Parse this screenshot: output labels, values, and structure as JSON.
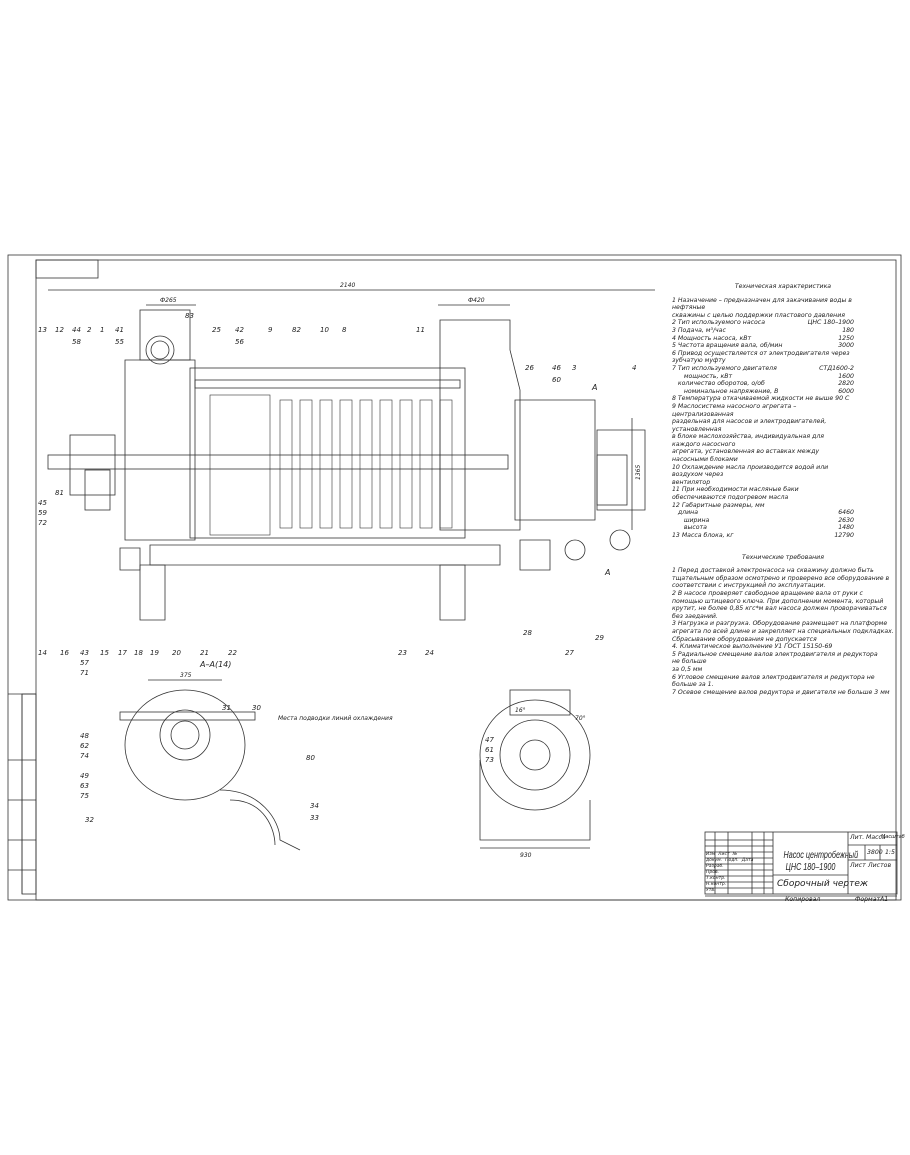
{
  "drawing": {
    "overall_length": "2140",
    "dia_left": "Ф265",
    "dia_right": "Ф420",
    "height_dim": "1365",
    "section_label": "А–А(14)",
    "section_width": "375",
    "cooling_note": "Места подводки линий охлаждения",
    "side_width": "930",
    "angle1": "16°",
    "angle2": "70°",
    "cut_mark": "А",
    "callouts_top": [
      "13",
      "12",
      "44",
      "2",
      "1",
      "41",
      "83",
      "25",
      "42",
      "9",
      "82",
      "10",
      "8",
      "11",
      "26",
      "3",
      "4"
    ],
    "callouts_top_sub": [
      "58",
      "55",
      "56",
      "60"
    ],
    "callout_46": "46",
    "callouts_bottom": [
      "14",
      "16",
      "15",
      "17",
      "18",
      "19",
      "20",
      "21",
      "22",
      "23",
      "24",
      "27",
      "28",
      "29"
    ],
    "stack_left": [
      "45",
      "59",
      "72"
    ],
    "callout_81": "81",
    "stack_43": [
      "43",
      "57",
      "71"
    ],
    "section_callouts": [
      "31",
      "30",
      "32",
      "34",
      "33",
      "80"
    ],
    "stack_48": [
      "48",
      "62",
      "74"
    ],
    "stack_49": [
      "49",
      "63",
      "75"
    ],
    "stack_47": [
      "47",
      "61",
      "73"
    ]
  },
  "tech_char": {
    "title": "Техническая характеристика",
    "items": [
      {
        "label": "1 Назначение – предназначен для закачивания воды в нефтяные",
        "value": ""
      },
      {
        "label": "скважины с целью поддержки пластового давления",
        "value": ""
      },
      {
        "label": "2 Тип используемого насоса",
        "value": "ЦНС 180–1900"
      },
      {
        "label": "3 Подача, м³/час",
        "value": "180"
      },
      {
        "label": "4 Мощность насоса, кВт",
        "value": "1250"
      },
      {
        "label": "5 Частота вращения вала, об/мин",
        "value": "3000"
      },
      {
        "label": "6 Привод осуществляется от электродвигателя через зубчатую муфту",
        "value": ""
      },
      {
        "label": "7 Тип используемого двигателя",
        "value": "СТД1600-2"
      },
      {
        "label": "      мощность, кВт",
        "value": "1600"
      },
      {
        "label": "   количество оборотов, о/об",
        "value": "2820"
      },
      {
        "label": "      номинальное напряжение, В",
        "value": "6000"
      },
      {
        "label": "8 Температура откачиваемой жидкости не выше 90 С",
        "value": ""
      },
      {
        "label": "9 Маслосистема насосного агрегата – централизованная",
        "value": ""
      },
      {
        "label": "раздельная для насосов и электродвигателей, установленная",
        "value": ""
      },
      {
        "label": "в блоке маслохозяйства, индивидуальная для каждого насосного",
        "value": ""
      },
      {
        "label": "агрегата, установленная во вставках между насосными блоками",
        "value": ""
      },
      {
        "label": "10 Охлаждение масла производится водой или воздухом через",
        "value": ""
      },
      {
        "label": "вентилятор",
        "value": ""
      },
      {
        "label": "11 При необходимости масляные баки обеспечиваются подогревом масла",
        "value": ""
      },
      {
        "label": "12 Габаритные размеры, мм",
        "value": ""
      },
      {
        "label": "   длина",
        "value": "6460"
      },
      {
        "label": "      ширина",
        "value": "2630"
      },
      {
        "label": "      высота",
        "value": "1480"
      },
      {
        "label": "13 Масса блока, кг",
        "value": "12790"
      }
    ]
  },
  "tech_req": {
    "title": "Технические требования",
    "lines": [
      "1 Перед доставкой электронасоса на скважину должно быть",
      "тщательным образом осмотрено и проверено все оборудование в",
      "соответствии с инструкцией по эксплуатации.",
      "2 В насосе проверяет свободное вращение вала от руки с",
      "помощью штицевого ключа. При дополнении момента, который",
      "крутит, не более 0,85 кгс*м вал насоса должен проворачиваться",
      "без заеданий.",
      "3 Нагрузка и разгрузка. Оборудование размещает на платформе",
      "агрегата по всей длине и закрепляет на специальных подкладках.",
      "Сбрасывание оборудования не допускается",
      "4. Климатическое выполнение У1 ГОСТ 15150-69",
      "5 Радиальное смещение валов электродвигателя и редуктора",
      "не больше",
      "за 0,5 мм",
      "6 Угловое смещение валов электродвигателя и редуктора не",
      "больше за 1.",
      "7 Осевое смещение валов редуктора и двигателя не больше 3 мм"
    ]
  },
  "title_block": {
    "name_line1": "Насос центробежный",
    "name_line2": "ЦНС 180–1900",
    "doc_type": "Сборочный чертеж",
    "mass": "3800",
    "scale": "1:5",
    "col_lit": "Лит.",
    "col_mass": "Масса",
    "col_scale": "Масштаб",
    "sheet": "Лист",
    "sheets": "Листов",
    "copied": "Копировал",
    "format": "Формат",
    "format_val": "А1",
    "rows": [
      "Изм",
      "Лист",
      "№ докум.",
      "Подп.",
      "Дата",
      "Разраб.",
      "Пров.",
      "Т.контр.",
      "Н.контр.",
      "Утв."
    ]
  }
}
